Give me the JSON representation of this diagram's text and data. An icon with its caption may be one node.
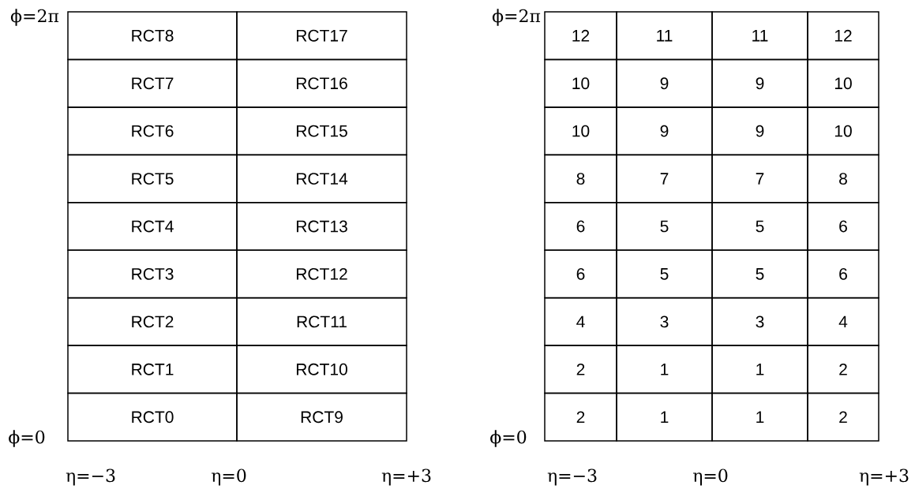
{
  "diagram": {
    "labels": [
      "ϕ=2π",
      "RCT8",
      "RCT17",
      "RCT7",
      "RCT16",
      "RCT6",
      "RCT15",
      "RCT5",
      "RCT14",
      "RCT4",
      "RCT13",
      "RCT3",
      "RCT12",
      "RCT2",
      "RCT11",
      "RCT1",
      "RCT10",
      "RCT0",
      "RCT9",
      "ϕ=0",
      "η=−3",
      "η=0",
      "η=+3",
      "ϕ=2π",
      "12",
      "11",
      "11",
      "12",
      "10",
      "9",
      "9",
      "10",
      "10",
      "9",
      "9",
      "10",
      "8",
      "7",
      "7",
      "8",
      "6",
      "5",
      "5",
      "6",
      "6",
      "5",
      "5",
      "6",
      "4",
      "3",
      "3",
      "4",
      "2",
      "1",
      "1",
      "2",
      "2",
      "1",
      "1",
      "2",
      "ϕ=0",
      "η=−3",
      "η=0",
      "η=+3"
    ]
  }
}
